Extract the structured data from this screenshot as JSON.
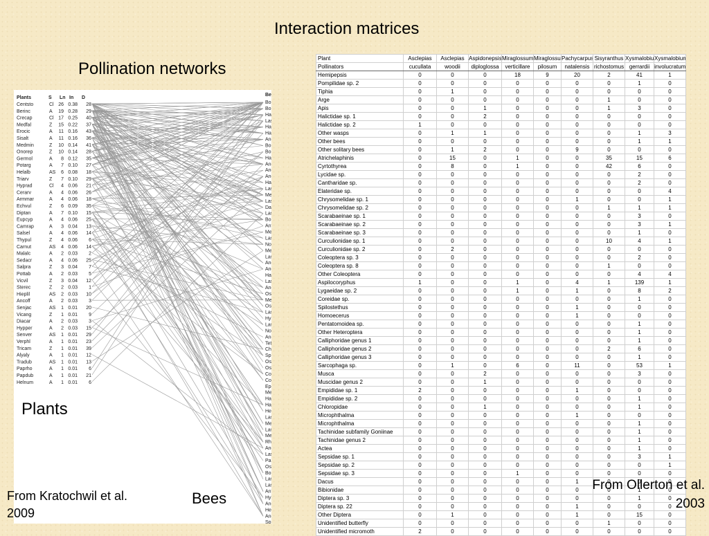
{
  "titles": {
    "matrices": "Interaction matrices",
    "networks": "Pollination networks",
    "plants": "Plants",
    "bees": "Bees",
    "cite_left": "From Kratochwil et al. 2009",
    "cite_right": "From Ollerton et al. 2003"
  },
  "network": {
    "plant_header": [
      "Plants",
      "S",
      "Ln",
      "In",
      "D"
    ],
    "plants": [
      [
        "Centsto",
        "Cl",
        "26",
        "0.38",
        "28"
      ],
      [
        "Berinc",
        "A",
        "19",
        "0.28",
        "29"
      ],
      [
        "Crecap",
        "Cl",
        "17",
        "0.25",
        "40"
      ],
      [
        "Medfal",
        "Z",
        "15",
        "0.22",
        "37"
      ],
      [
        "Erocic",
        "A",
        "11",
        "0.16",
        "43"
      ],
      [
        "Sisalt",
        "A",
        "11",
        "0.16",
        "36"
      ],
      [
        "Medmin",
        "Z",
        "10",
        "0.14",
        "41"
      ],
      [
        "Onorep",
        "Z",
        "10",
        "0.14",
        "28"
      ],
      [
        "Germol",
        "A",
        "8",
        "0.12",
        "35"
      ],
      [
        "Potarg",
        "A",
        "7",
        "0.10",
        "27"
      ],
      [
        "Helalb",
        "AS",
        "6",
        "0.08",
        "18"
      ],
      [
        "Triarv",
        "Z",
        "7",
        "0.10",
        "29"
      ],
      [
        "Hyprad",
        "Cl",
        "4",
        "0.06",
        "21"
      ],
      [
        "Cerarv",
        "A",
        "4",
        "0.06",
        "26"
      ],
      [
        "Armmar",
        "A",
        "4",
        "0.06",
        "18"
      ],
      [
        "Echvul",
        "Z",
        "6",
        "0.09",
        "35"
      ],
      [
        "Diptan",
        "A",
        "7",
        "0.10",
        "15"
      ],
      [
        "Eupcyp",
        "A",
        "4",
        "0.06",
        "25"
      ],
      [
        "Camrap",
        "A",
        "3",
        "0.04",
        "13"
      ],
      [
        "Salsel",
        "A",
        "4",
        "0.06",
        "14"
      ],
      [
        "Thypul",
        "Z",
        "4",
        "0.06",
        "6"
      ],
      [
        "Carnut",
        "AS",
        "4",
        "0.06",
        "14"
      ],
      [
        "Malalc",
        "A",
        "2",
        "0.03",
        "2"
      ],
      [
        "Sedacr",
        "A",
        "4",
        "0.06",
        "25"
      ],
      [
        "Salpra",
        "Z",
        "3",
        "0.04",
        "7"
      ],
      [
        "Pottab",
        "A",
        "2",
        "0.03",
        "5"
      ],
      [
        "Vicvil",
        "Z",
        "3",
        "0.04",
        "12"
      ],
      [
        "Sterec",
        "Z",
        "2",
        "0.03",
        "1"
      ],
      [
        "Hieplil",
        "AS",
        "2",
        "0.03",
        "10"
      ],
      [
        "Ancoff",
        "A",
        "2",
        "0.03",
        "3"
      ],
      [
        "Senjac",
        "AS",
        "1",
        "0.01",
        "20"
      ],
      [
        "Vicang",
        "Z",
        "1",
        "0.01",
        "9"
      ],
      [
        "Diacar",
        "A",
        "2",
        "0.03",
        "3"
      ],
      [
        "Hypper",
        "A",
        "2",
        "0.03",
        "15"
      ],
      [
        "Senver",
        "AS",
        "1",
        "0.01",
        "29"
      ],
      [
        "Verphl",
        "A",
        "1",
        "0.01",
        "23"
      ],
      [
        "Tricam",
        "Z",
        "1",
        "0.01",
        "39"
      ],
      [
        "Alyaly",
        "A",
        "1",
        "0.01",
        "12"
      ],
      [
        "Tradub",
        "AS",
        "1",
        "0.01",
        "13"
      ],
      [
        "Paprho",
        "A",
        "1",
        "0.01",
        "6"
      ],
      [
        "Papdub",
        "A",
        "1",
        "0.01",
        "21"
      ],
      [
        "Helnum",
        "A",
        "1",
        "0.01",
        "6"
      ]
    ],
    "bee_header": "Bees",
    "bees": [
      "Bomlap",
      "Bomter",
      "Halsma",
      "Lasleu",
      "Halsub",
      "Halles",
      "Andfla",
      "Bompas",
      "Bomhum",
      "Halcon",
      "Andcar",
      "Anddor",
      "Andova",
      "Halses",
      "Laspau",
      "Melleo",
      "Lascal",
      "Dashir",
      "Lasmor",
      "Bomsyl",
      "Antman",
      "Megmar",
      "Lasful",
      "Nommin",
      "Megrot",
      "Lasalb",
      "Andbim",
      "Andalf",
      "Haltum",
      "Lasaer",
      "Andcha",
      "Osmadu",
      "Megpil",
      "Osmaur",
      "Laslat",
      "Hylenn",
      "Lasmin",
      "Nomful",
      "Andfal",
      "Tetmac",
      "Cherap",
      "Sphoph",
      "Osmruf",
      "Osmspi",
      "Colsim",
      "Colfod",
      "Epovar",
      "Megver",
      "Halqua",
      "Halsca",
      "Hercre",
      "Lasgri",
      "Megwil",
      "Laslatic",
      "Megeri",
      "Rhocan",
      "Andsub",
      "Laspun",
      "Panccal",
      "Osmleu",
      "Bompra",
      "Lasluc",
      "Laspra",
      "Antpun",
      "Hylbif",
      "Andbar",
      "Herlru",
      "Anderg",
      "Sphlon"
    ],
    "link_color": "#999999"
  },
  "matrix": {
    "header1": [
      "Plant",
      "Asclepias",
      "Asclepias",
      "Aspidonepsis",
      "Miraglossum",
      "Miraglossum",
      "Pachycarpus",
      "Sisyranthus",
      "Xysmalobium",
      "Xysmalobium"
    ],
    "header2": [
      "Pollinators",
      "cucullata",
      "woodii",
      "diploglossa",
      "verticillare",
      "pilosum",
      "natalensis",
      "richostomus",
      "gerrardii",
      "involucratum"
    ],
    "rows": [
      [
        "Hemipepsis",
        "0",
        "0",
        "0",
        "18",
        "9",
        "20",
        "2",
        "41",
        "1"
      ],
      [
        "Pompilidae sp. 2",
        "0",
        "0",
        "0",
        "0",
        "0",
        "0",
        "0",
        "1",
        "0"
      ],
      [
        "Tiphia",
        "0",
        "1",
        "0",
        "0",
        "0",
        "0",
        "0",
        "0",
        "0"
      ],
      [
        "Arge",
        "0",
        "0",
        "0",
        "0",
        "0",
        "0",
        "1",
        "0",
        "0"
      ],
      [
        "Apis",
        "0",
        "0",
        "1",
        "0",
        "0",
        "0",
        "1",
        "3",
        "0"
      ],
      [
        "Halictidae sp. 1",
        "0",
        "0",
        "2",
        "0",
        "0",
        "0",
        "0",
        "0",
        "0"
      ],
      [
        "Halictidae sp. 2",
        "1",
        "0",
        "0",
        "0",
        "0",
        "0",
        "0",
        "0",
        "0"
      ],
      [
        "Other wasps",
        "0",
        "1",
        "1",
        "0",
        "0",
        "0",
        "0",
        "1",
        "3"
      ],
      [
        "Other bees",
        "0",
        "0",
        "0",
        "0",
        "0",
        "0",
        "0",
        "1",
        "1"
      ],
      [
        "Other solitary bees",
        "0",
        "1",
        "2",
        "0",
        "0",
        "9",
        "0",
        "0",
        "0"
      ],
      [
        "Atrichelaphinis",
        "0",
        "15",
        "0",
        "1",
        "0",
        "0",
        "35",
        "15",
        "6"
      ],
      [
        "Cyrtothyrea",
        "0",
        "8",
        "0",
        "1",
        "0",
        "0",
        "42",
        "6",
        "0"
      ],
      [
        "Lycidae sp.",
        "0",
        "0",
        "0",
        "0",
        "0",
        "0",
        "0",
        "2",
        "0"
      ],
      [
        "Cantharidae sp.",
        "0",
        "0",
        "0",
        "0",
        "0",
        "0",
        "0",
        "2",
        "0"
      ],
      [
        "Elateridae sp.",
        "0",
        "0",
        "0",
        "0",
        "0",
        "0",
        "0",
        "0",
        "4"
      ],
      [
        "Chrysomelidae sp. 1",
        "0",
        "0",
        "0",
        "0",
        "0",
        "1",
        "0",
        "0",
        "1"
      ],
      [
        "Chrysomelidae sp. 2",
        "0",
        "0",
        "0",
        "0",
        "0",
        "0",
        "1",
        "1",
        "1"
      ],
      [
        "Scarabaeinae sp. 1",
        "0",
        "0",
        "0",
        "0",
        "0",
        "0",
        "0",
        "3",
        "0"
      ],
      [
        "Scarabaeinae sp. 2",
        "0",
        "0",
        "0",
        "0",
        "0",
        "0",
        "0",
        "3",
        "1"
      ],
      [
        "Scarabaeinae sp. 3",
        "0",
        "0",
        "0",
        "0",
        "0",
        "0",
        "0",
        "1",
        "0"
      ],
      [
        "Curculionidae sp. 1",
        "0",
        "0",
        "0",
        "0",
        "0",
        "0",
        "10",
        "4",
        "1"
      ],
      [
        "Curculionidae sp. 2",
        "0",
        "2",
        "0",
        "0",
        "0",
        "0",
        "0",
        "0",
        "0"
      ],
      [
        "Coleoptera sp. 3",
        "0",
        "0",
        "0",
        "0",
        "0",
        "0",
        "0",
        "2",
        "0"
      ],
      [
        "Coleoptera sp. 8",
        "0",
        "0",
        "0",
        "0",
        "0",
        "0",
        "1",
        "0",
        "0"
      ],
      [
        "Other Coleoptera",
        "0",
        "0",
        "0",
        "0",
        "0",
        "0",
        "0",
        "4",
        "4"
      ],
      [
        "Aspilocoryphus",
        "1",
        "0",
        "0",
        "1",
        "0",
        "4",
        "1",
        "139",
        "1"
      ],
      [
        "Lygaeidae sp. 2",
        "0",
        "0",
        "0",
        "1",
        "0",
        "1",
        "0",
        "8",
        "2"
      ],
      [
        "Coreidae sp.",
        "0",
        "0",
        "0",
        "0",
        "0",
        "0",
        "0",
        "1",
        "0"
      ],
      [
        "Spilostethus",
        "0",
        "0",
        "0",
        "0",
        "0",
        "1",
        "0",
        "0",
        "0"
      ],
      [
        "Homoecerus",
        "0",
        "0",
        "0",
        "0",
        "0",
        "1",
        "0",
        "0",
        "0"
      ],
      [
        "Pentatomoidea sp.",
        "0",
        "0",
        "0",
        "0",
        "0",
        "0",
        "0",
        "1",
        "0"
      ],
      [
        "Other Heteroptera",
        "0",
        "0",
        "0",
        "0",
        "0",
        "0",
        "0",
        "1",
        "0"
      ],
      [
        "Calliphoridae genus 1",
        "0",
        "0",
        "0",
        "0",
        "0",
        "0",
        "0",
        "1",
        "0"
      ],
      [
        "Calliphoridae genus 2",
        "0",
        "0",
        "0",
        "0",
        "0",
        "0",
        "2",
        "6",
        "0"
      ],
      [
        "Calliphoridae genus  3",
        "0",
        "0",
        "0",
        "0",
        "0",
        "0",
        "0",
        "1",
        "0"
      ],
      [
        "Sarcophaga sp.",
        "0",
        "1",
        "0",
        "6",
        "0",
        "11",
        "0",
        "53",
        "1"
      ],
      [
        "Musca",
        "0",
        "0",
        "2",
        "0",
        "0",
        "0",
        "0",
        "3",
        "0"
      ],
      [
        "Muscidae genus 2",
        "0",
        "0",
        "1",
        "0",
        "0",
        "0",
        "0",
        "0",
        "0"
      ],
      [
        "Empididae sp. 1",
        "2",
        "0",
        "0",
        "0",
        "0",
        "1",
        "0",
        "0",
        "0"
      ],
      [
        "Empididae sp. 2",
        "0",
        "0",
        "0",
        "0",
        "0",
        "0",
        "0",
        "1",
        "0"
      ],
      [
        "Chloropidae",
        "0",
        "0",
        "1",
        "0",
        "0",
        "0",
        "0",
        "1",
        "0"
      ],
      [
        "Microphthalma",
        "0",
        "0",
        "0",
        "0",
        "0",
        "1",
        "0",
        "0",
        "0"
      ],
      [
        "Microphthalma",
        "0",
        "0",
        "0",
        "0",
        "0",
        "0",
        "0",
        "1",
        "0"
      ],
      [
        "Tachinidae subfamily Goniinae",
        "0",
        "0",
        "0",
        "0",
        "0",
        "0",
        "0",
        "1",
        "0"
      ],
      [
        "Tachinidae genus 2",
        "0",
        "0",
        "0",
        "0",
        "0",
        "0",
        "0",
        "1",
        "0"
      ],
      [
        "Actea",
        "0",
        "0",
        "0",
        "0",
        "0",
        "0",
        "0",
        "1",
        "0"
      ],
      [
        "Sepsidae sp. 1",
        "0",
        "0",
        "0",
        "0",
        "0",
        "0",
        "0",
        "3",
        "1"
      ],
      [
        "Sepsidae sp. 2",
        "0",
        "0",
        "0",
        "0",
        "0",
        "0",
        "0",
        "0",
        "1"
      ],
      [
        "Sepsidae sp. 3",
        "0",
        "0",
        "0",
        "1",
        "0",
        "0",
        "0",
        "0",
        "0"
      ],
      [
        "Dacus",
        "0",
        "0",
        "0",
        "0",
        "0",
        "1",
        "0",
        "0",
        "0"
      ],
      [
        "Bibionidae",
        "0",
        "0",
        "0",
        "0",
        "0",
        "0",
        "0",
        "1",
        "0"
      ],
      [
        "Diptera sp. 3",
        "0",
        "0",
        "0",
        "0",
        "0",
        "0",
        "0",
        "1",
        "0"
      ],
      [
        "Diptera sp. 22",
        "0",
        "0",
        "0",
        "0",
        "0",
        "1",
        "0",
        "0",
        "0"
      ],
      [
        "Other Diptera",
        "0",
        "1",
        "0",
        "0",
        "0",
        "1",
        "0",
        "15",
        "0"
      ],
      [
        "Unidentified butterfly",
        "0",
        "0",
        "0",
        "0",
        "0",
        "0",
        "1",
        "0",
        "0"
      ],
      [
        "Unidentified micromoth",
        "2",
        "0",
        "0",
        "0",
        "0",
        "0",
        "0",
        "0",
        "0"
      ]
    ]
  }
}
